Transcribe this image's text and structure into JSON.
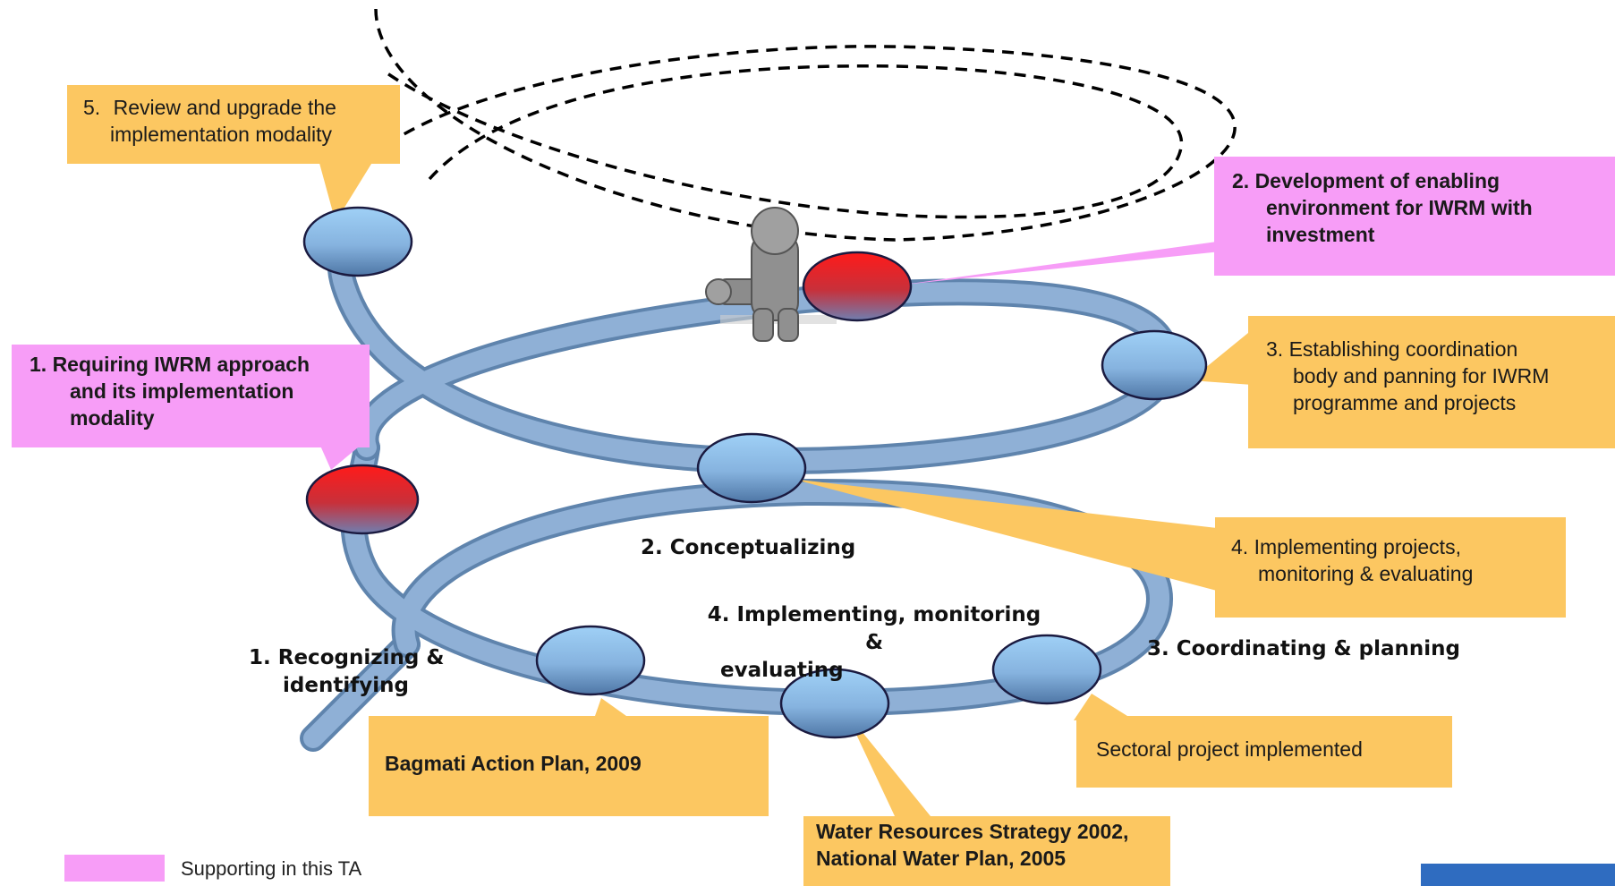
{
  "colors": {
    "supporting_pink": "#f79df7",
    "callout_orange": "#fcc761",
    "spiral_blue": "#6f95bf",
    "node_blue": "#8fbde8",
    "node_red": "#e02020",
    "corner_bar": "#2f6cc0"
  },
  "icons": {
    "person": "person-icon"
  },
  "callouts": {
    "review": {
      "num": "5.",
      "text1": "Review and upgrade the",
      "text2": "implementation modality"
    },
    "enabling": {
      "line1": "2. Development of enabling",
      "line2": "environment for IWRM  with",
      "line3": "investment"
    },
    "coordination": {
      "line1": "3. Establishing coordination",
      "line2": "body and panning for IWRM",
      "line3": "programme and projects"
    },
    "requiring": {
      "line1": "1.  Requiring IWRM approach",
      "line2": "and its implementation",
      "line3": "modality"
    },
    "implementing": {
      "line1": "4. Implementing projects,",
      "line2": "monitoring & evaluating"
    },
    "sectoral": {
      "text": "Sectoral project implemented"
    },
    "bagmati": {
      "text": "Bagmati Action Plan, 2009"
    },
    "water": {
      "line1": "Water Resources Strategy 2002,",
      "line2": "National Water Plan, 2005"
    }
  },
  "stages": {
    "conceptualizing": "2. Conceptualizing",
    "implementing_line1": "4. Implementing, monitoring &",
    "implementing_line2": "evaluating",
    "coordinating": "3. Coordinating & planning",
    "recognizing_line1": "1. Recognizing &",
    "recognizing_line2": "identifying"
  },
  "legend": {
    "label": "Supporting in this TA"
  }
}
